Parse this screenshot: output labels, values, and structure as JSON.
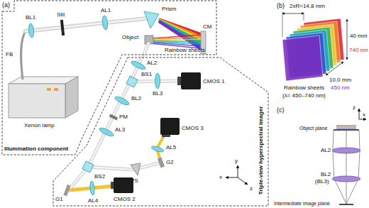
{
  "diagram": {
    "nodes": [
      {
        "text": [
          "Illumination component"
        ]
      },
      {
        "text": [
          "Triple-view hyperspectral imager"
        ]
      }
    ],
    "labels": [
      "(a)",
      "BL1",
      "Slit",
      "AL1",
      "Prism",
      "Object",
      "CM",
      "FB",
      "Rainbow sheets",
      "Xenon lamp",
      "AL2",
      "BS1",
      "BL3",
      "CMOS 1",
      "BL2",
      "PM",
      "AL3",
      "CMOS 3",
      "AL5",
      "G2",
      "PS",
      "BS2",
      "G1",
      "AL4",
      "CMOS 2",
      "y",
      "x",
      "z",
      "(b)",
      "2xR=14.8 mm",
      "40 mm",
      "740 nm",
      "10.0 mm",
      "Rainbow sheets",
      "(λ= 450–740 nm)",
      "450 nm",
      "(c)",
      "z",
      "x",
      "Object plane",
      "AL2",
      "BL2",
      "(BL3)",
      "Intermediate image plane"
    ]
  }
}
